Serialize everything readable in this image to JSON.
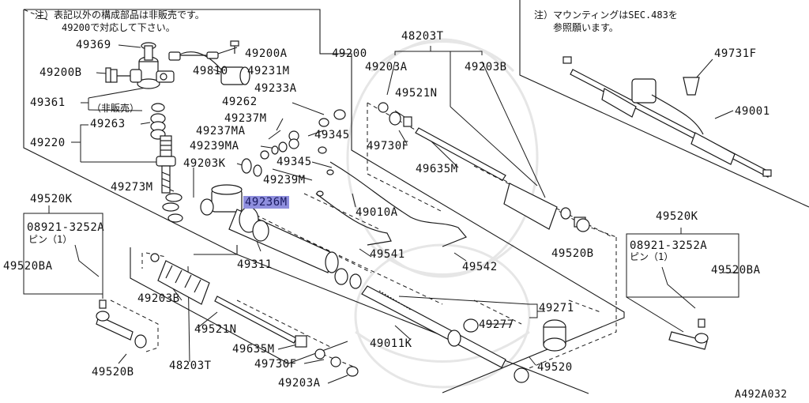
{
  "notes": {
    "left_line1": "注）表記以外の構成部品は非販売です。",
    "left_line2": "49200で対応して下さい。",
    "right_line1": "注）マウンティングはSEC.483を",
    "right_line2": "参照願います。"
  },
  "labels": {
    "p49200": "49200",
    "p49369": "49369",
    "p49200A": "49200A",
    "p49200B": "49200B",
    "p49810": "49810",
    "p49231M": "49231M",
    "p49361": "49361",
    "not_for_sale": "（非販売）",
    "p49233A": "49233A",
    "p49262": "49262",
    "p49263": "49263",
    "p49237M": "49237M",
    "p49237MA": "49237MA",
    "p49220": "49220",
    "p49345a": "49345",
    "p49239MA": "49239MA",
    "p49345b": "49345",
    "p49203K": "49203K",
    "p49239M": "49239M",
    "p49273M": "49273M",
    "p49236M": "49236M",
    "p49010A": "49010A",
    "p49520K_left": "49520K",
    "bolt_left": "08921-3252A",
    "pin_left": "ピン（1）",
    "p49520BA_left": "49520BA",
    "p49311": "49311",
    "p49541": "49541",
    "p49542": "49542",
    "p48203T_top": "48203T",
    "p49203A_top": "49203A",
    "p49203B_top": "49203B",
    "p49521N_top": "49521N",
    "p49730F_top": "49730F",
    "p49635M_top": "49635M",
    "p49520B_right": "49520B",
    "p49731F": "49731F",
    "p49001": "49001",
    "p49520K_right": "49520K",
    "bolt_right": "08921-3252A",
    "pin_right": "ピン（1）",
    "p49520BA_right": "49520BA",
    "p49203B_bot": "49203B",
    "p49521N_bot": "49521N",
    "p49635M_bot": "49635M",
    "p49730F_bot": "49730F",
    "p48203T_bot": "48203T",
    "p49203A_bot": "49203A",
    "p49520B_left": "49520B",
    "p49011K": "49011K",
    "p49271": "49271",
    "p49277": "49277",
    "p49520": "49520",
    "figure_code": "A492A032"
  },
  "colors": {
    "line": "#1a1a1a",
    "highlight": "#8f8fde",
    "watermark": "#e6e6e6"
  }
}
